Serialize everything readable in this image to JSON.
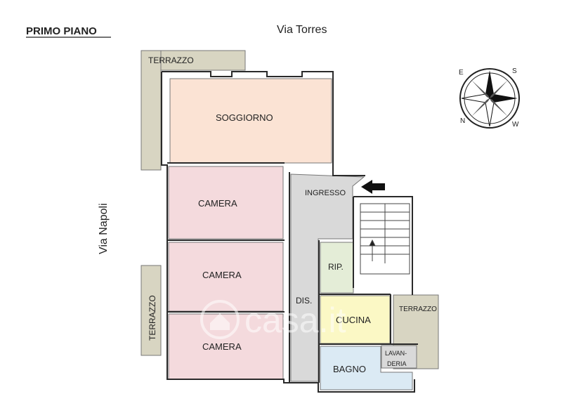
{
  "header": {
    "title": "PRIMO PIANO"
  },
  "streets": {
    "top": "Via Torres",
    "left": "Via Napoli"
  },
  "rooms": {
    "terrazzo_top": "TERRAZZO",
    "soggiorno": "SOGGIORNO",
    "ingresso": "INGRESSO",
    "camera_1": "CAMERA",
    "camera_2": "CAMERA",
    "camera_3": "CAMERA",
    "terrazzo_left": "TERRAZZO",
    "rip": "RIP.",
    "dis": "DIS.",
    "cucina": "CUCINA",
    "terrazzo_right": "TERRAZZO",
    "lavanderia_1": "LAVAN-",
    "lavanderia_2": "DERIA",
    "bagno": "BAGNO"
  },
  "compass": {
    "n": "N",
    "s": "S",
    "e": "E",
    "w": "W"
  },
  "watermark": {
    "text": "casa.it"
  },
  "colors": {
    "terrazzo": "#d8d5c2",
    "soggiorno": "#fbe3d4",
    "camera": "#f4dadd",
    "corridor": "#d9d9d9",
    "cucina": "#fbf8c5",
    "rip": "#e4edd7",
    "bagno": "#dbeaf4",
    "wall": "#2a2a2a"
  }
}
